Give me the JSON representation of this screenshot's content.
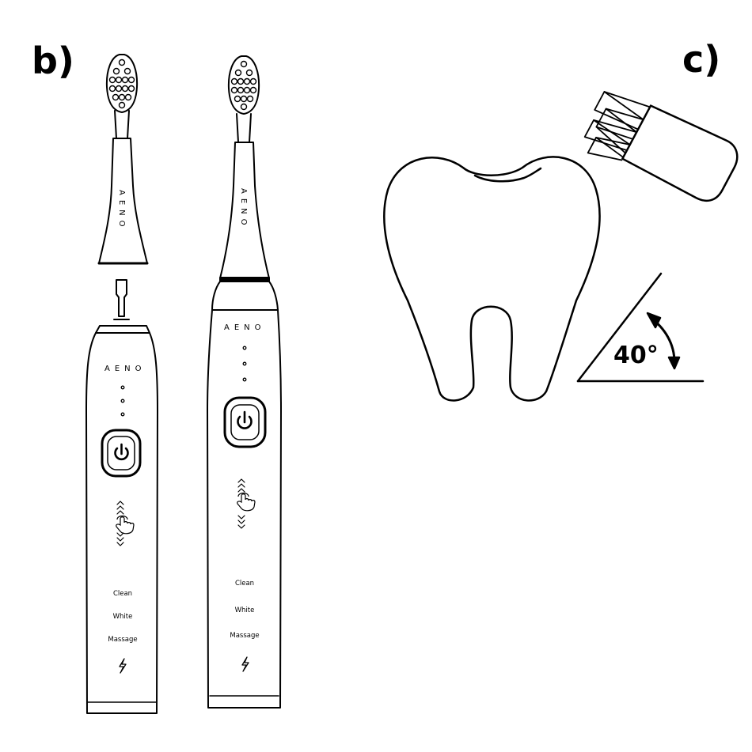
{
  "labels": {
    "b": "b)",
    "c": "c)"
  },
  "brand": "AENO",
  "head_brand": "AENO",
  "modes": [
    "Clean",
    "White",
    "Massage"
  ],
  "angle": "40°",
  "icons": [
    "power-button-icon",
    "touch-swipe-icon",
    "charging-bolt-icon",
    "brush-head-icon",
    "tooth-icon",
    "angle-arrow-icon"
  ],
  "colors": {
    "line": "#000000",
    "background": "#ffffff"
  }
}
